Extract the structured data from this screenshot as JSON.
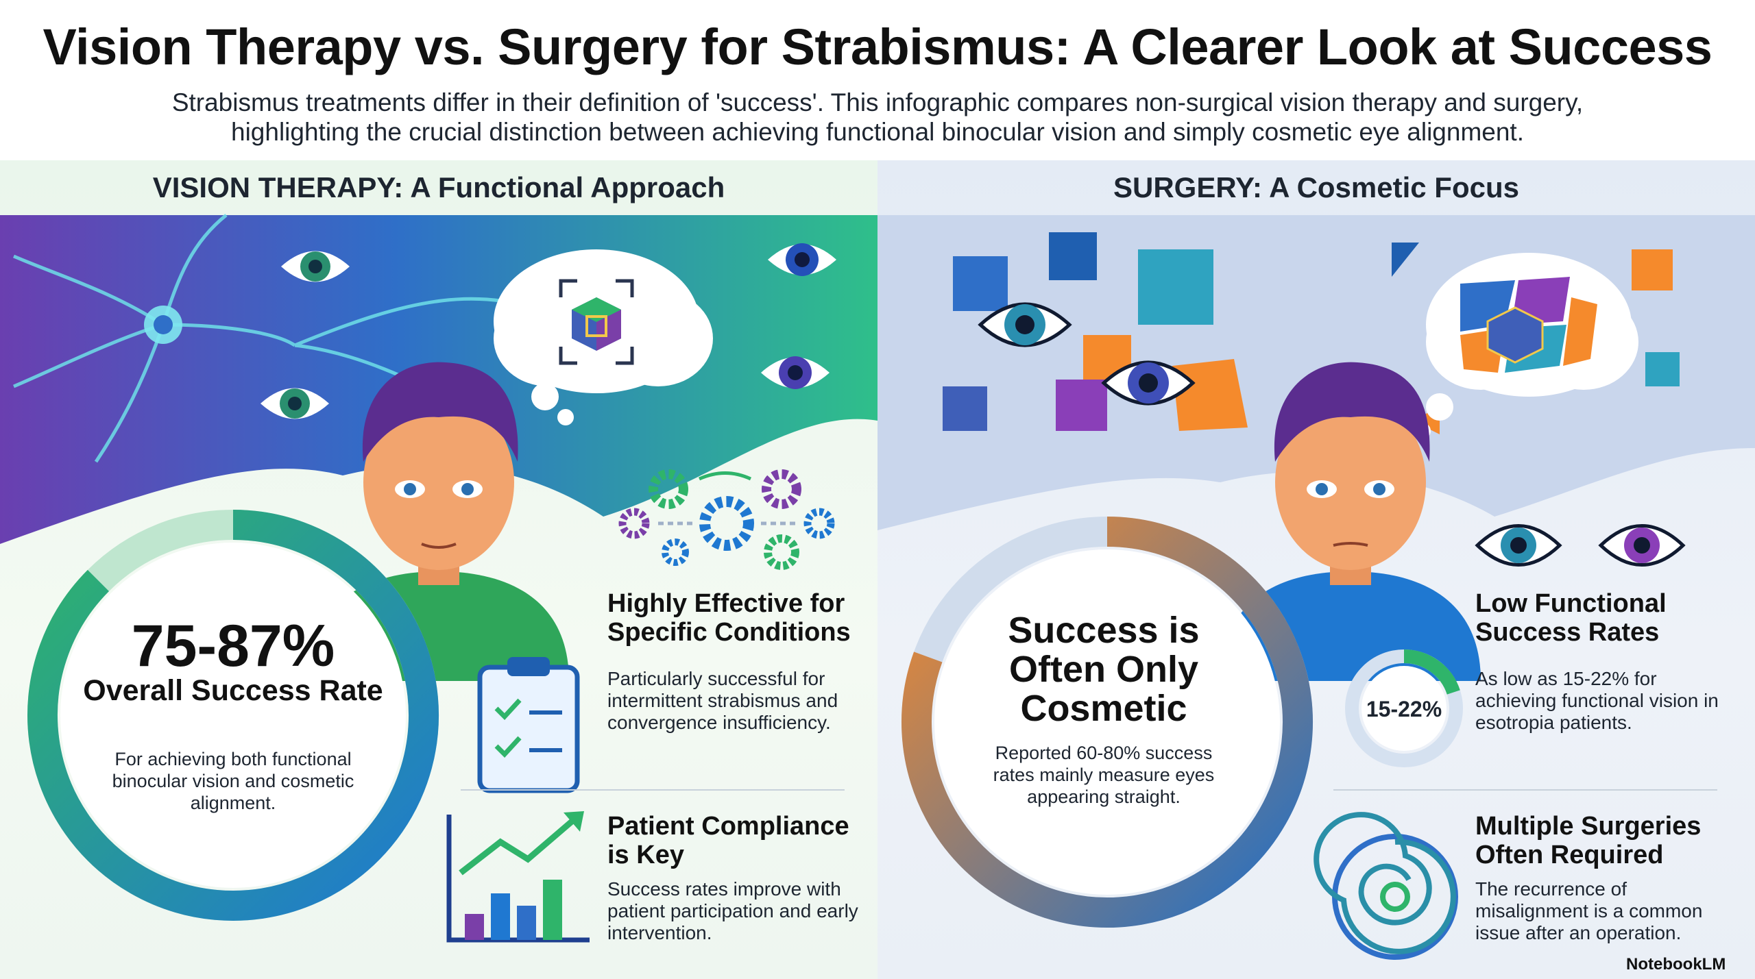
{
  "header": {
    "title": "Vision Therapy vs. Surgery for Strabismus: A Clearer Look at Success",
    "subtitle": "Strabismus treatments differ in their definition of 'success'. This infographic compares non-surgical vision therapy and surgery, highlighting the crucial distinction between achieving functional binocular vision and simply cosmetic eye alignment."
  },
  "vision_therapy": {
    "heading": "VISION THERAPY: A Functional Approach",
    "stat": "75-87%",
    "stat_label": "Overall Success Rate",
    "stat_description": "For achieving both functional binocular vision and cosmetic alignment.",
    "features": [
      {
        "title": "Highly Effective for Specific Conditions",
        "text": "Particularly successful for intermittent strabismus and convergence insufficiency."
      },
      {
        "title": "Patient Compliance is Key",
        "text": "Success rates improve with patient participation and early intervention."
      }
    ]
  },
  "surgery": {
    "heading": "SURGERY: A Cosmetic Focus",
    "stat_label": "Success is Often Only Cosmetic",
    "stat_description": "Reported 60-80% success rates mainly measure eyes appearing straight.",
    "features": [
      {
        "title": "Low Functional Success Rates",
        "text": "As low as 15-22% for achieving functional vision in esotropia patients.",
        "badge": "15-22%"
      },
      {
        "title": "Multiple Surgeries Often Required",
        "text": "The recurrence of misalignment is a common issue after an operation."
      }
    ]
  },
  "branding": {
    "label": "NotebookLM"
  },
  "colors": {
    "vt_green": "#2fb46a",
    "vt_blue": "#1f78d1",
    "vt_purple": "#7a3fa8",
    "sg_orange": "#f58a2c",
    "sg_blue": "#1f6fc7",
    "sg_purple": "#8a3fb8",
    "skin": "#f2a46e",
    "hair": "#5b2d8f"
  },
  "icons": {
    "vt": [
      "neuron-icon",
      "eye-icon",
      "focused-cube-icon",
      "gears-icon",
      "clipboard-checklist-icon",
      "growth-chart-icon"
    ],
    "sg": [
      "eye-icon",
      "shattered-cube-icon",
      "eye-pair-icon",
      "spiral-icon"
    ]
  }
}
